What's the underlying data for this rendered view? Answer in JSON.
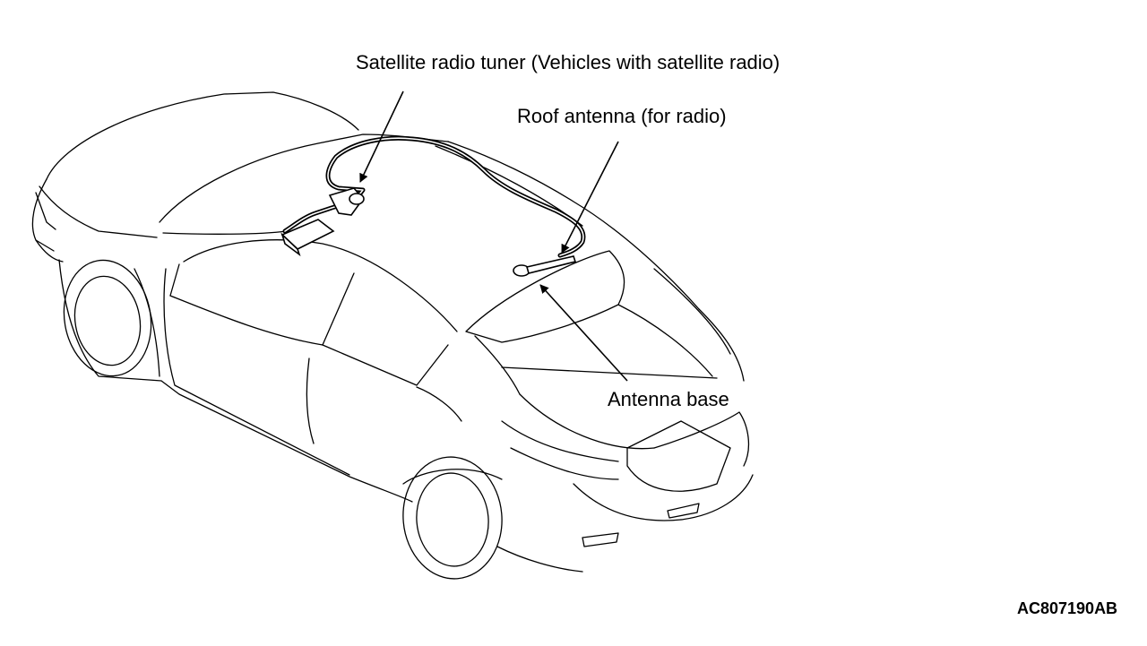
{
  "labels": {
    "satellite_tuner": "Satellite radio tuner (Vehicles with satellite radio)",
    "roof_antenna": "Roof antenna (for radio)",
    "antenna_base": "Antenna base"
  },
  "figure_code": "AC807190AB"
}
